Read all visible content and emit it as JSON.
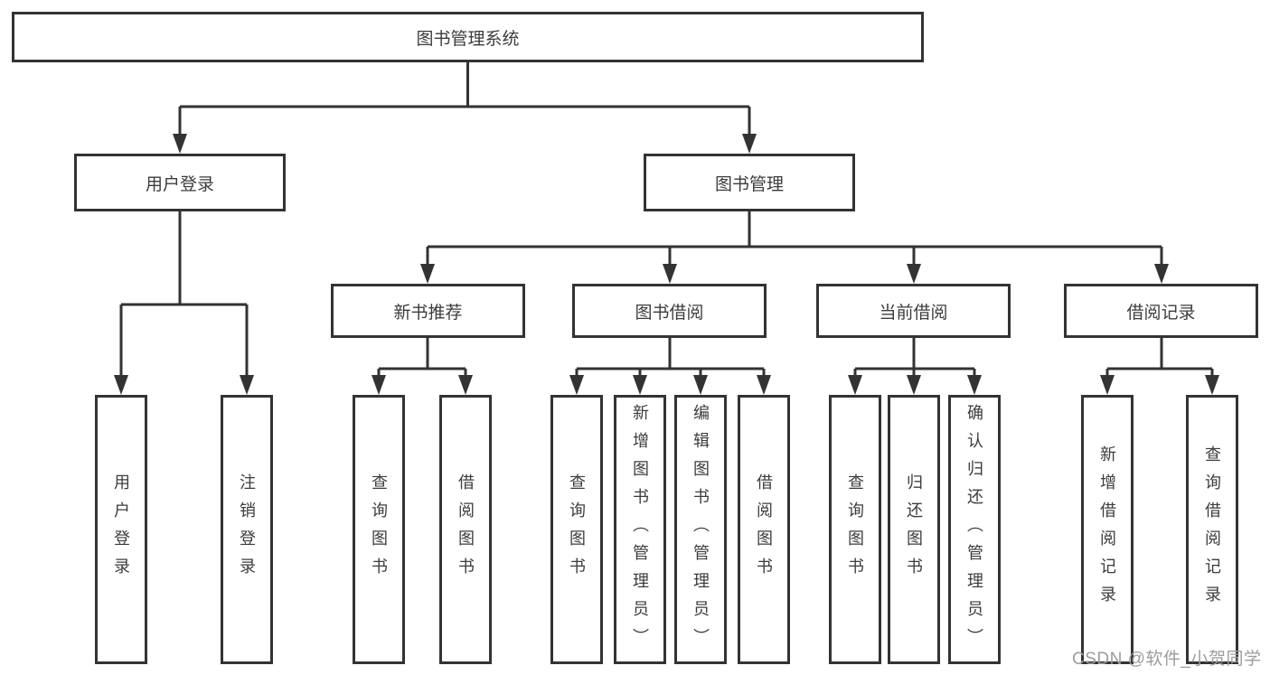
{
  "diagram": {
    "root": {
      "label": "图书管理系统"
    },
    "level2": {
      "user_login": {
        "label": "用户登录"
      },
      "book_mgmt": {
        "label": "图书管理"
      }
    },
    "level3": {
      "new_book_rec": {
        "label": "新书推荐"
      },
      "book_borrow": {
        "label": "图书借阅"
      },
      "current_borrow": {
        "label": "当前借阅"
      },
      "borrow_record": {
        "label": "借阅记录"
      }
    },
    "leaves": {
      "user_login": [
        "用户登录",
        "注销登录"
      ],
      "new_book_rec": [
        "查询图书",
        "借阅图书"
      ],
      "book_borrow": [
        "查询图书",
        "新增图书（管理员）",
        "编辑图书（管理员）",
        "借阅图书"
      ],
      "current_borrow": [
        "查询图书",
        "归还图书",
        "确认归还（管理员）"
      ],
      "borrow_record": [
        "新增借阅记录",
        "查询借阅记录"
      ]
    },
    "colors": {
      "line": "#333333",
      "text": "#3c3c3c"
    }
  },
  "watermark": {
    "text": "CSDN @软件_小贺同学",
    "color": "#9c9c9c"
  }
}
